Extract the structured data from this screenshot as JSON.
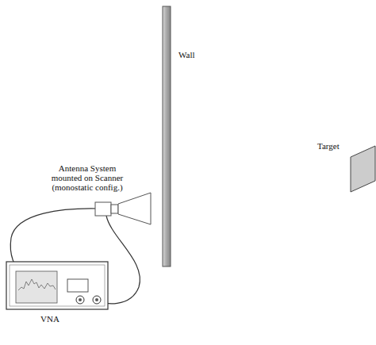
{
  "diagram": {
    "labels": [
      "Wall",
      "Antenna System mounted on Scanner (monostatic config.)",
      "Target",
      "VNA"
    ]
  }
}
